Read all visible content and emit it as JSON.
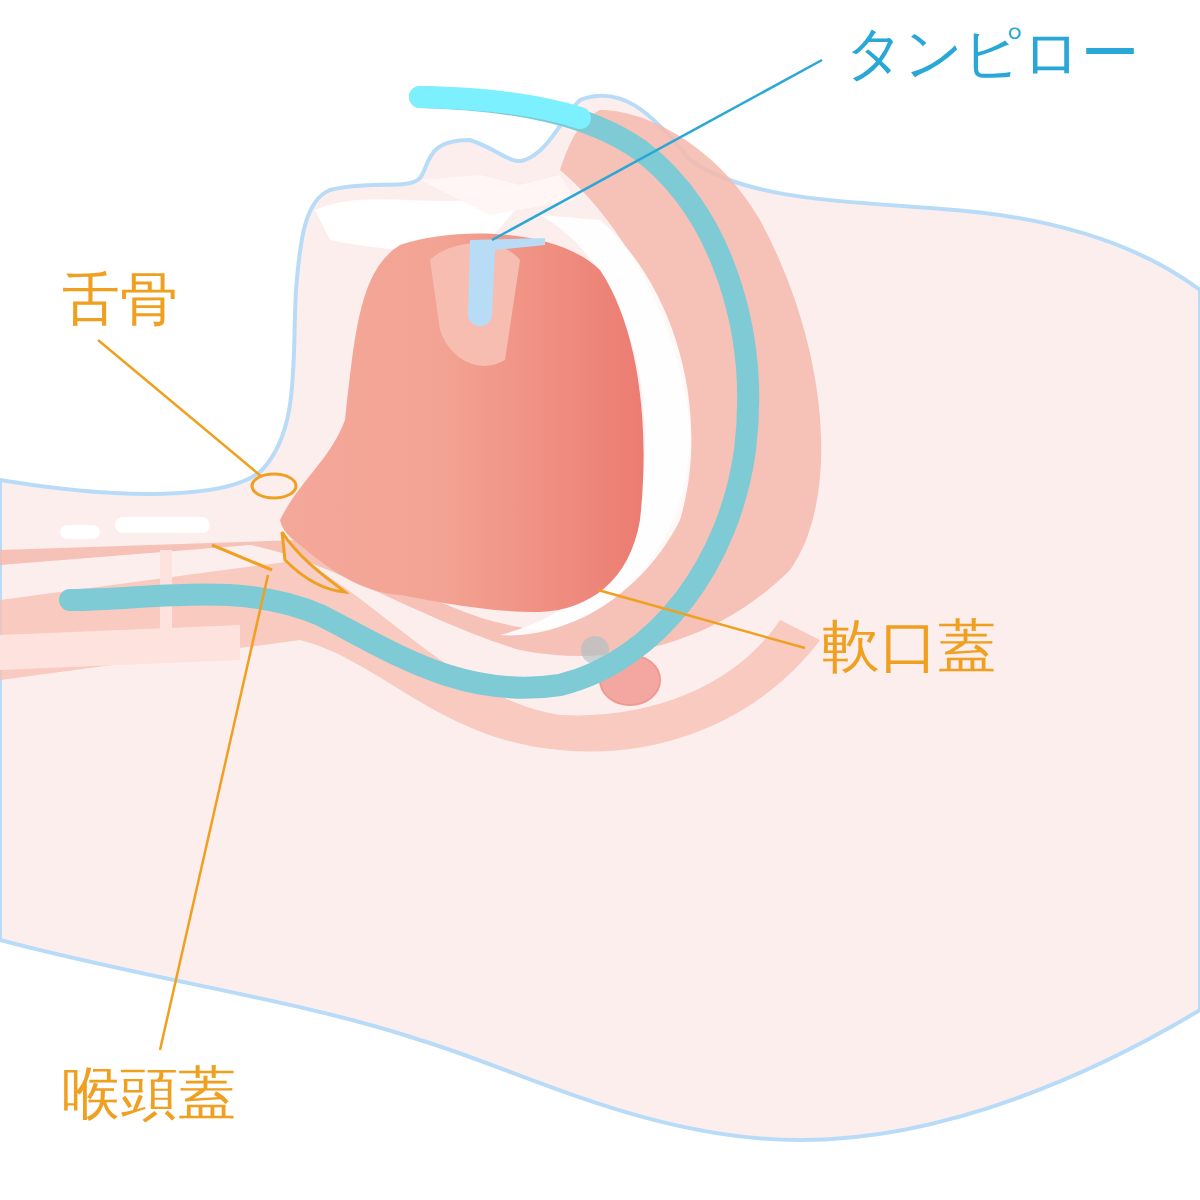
{
  "diagram": {
    "labels": [
      "タンピロー",
      "舌骨",
      "軟口蓋",
      "喉頭蓋"
    ]
  }
}
